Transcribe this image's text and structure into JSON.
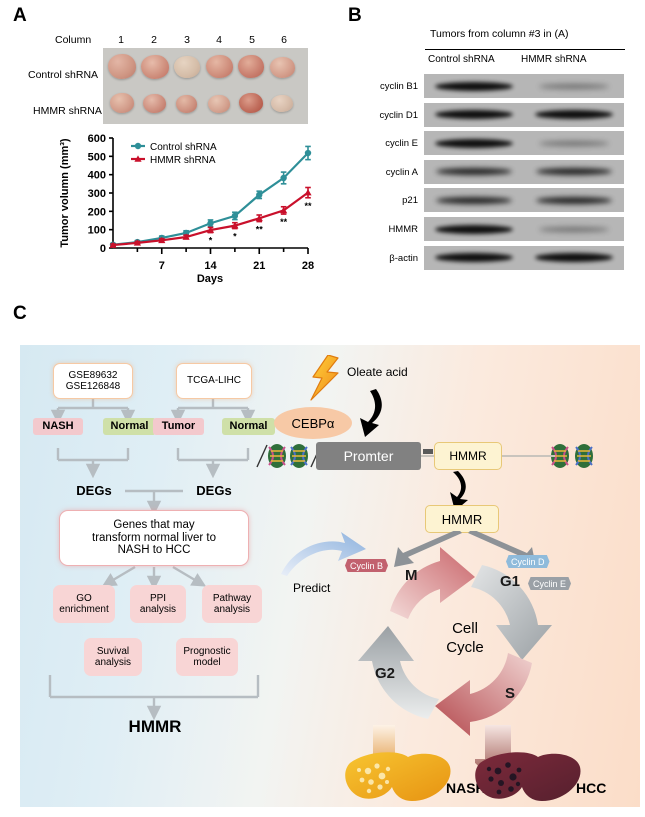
{
  "panels": {
    "a": {
      "letter": "A"
    },
    "b": {
      "letter": "B"
    },
    "c": {
      "letter": "C"
    }
  },
  "panel_a": {
    "column_label": "Column",
    "column_numbers": [
      "1",
      "2",
      "3",
      "4",
      "5",
      "6"
    ],
    "row_labels": [
      "Control shRNA",
      "HMMR shRNA"
    ]
  },
  "chart_data": {
    "type": "line",
    "title": "",
    "xlabel": "Days",
    "ylabel": "Tumor volumn (mm³)",
    "xlim": [
      0,
      28
    ],
    "ylim": [
      0,
      600
    ],
    "ytick_labels": [
      "0",
      "100",
      "200",
      "300",
      "400",
      "500",
      "600"
    ],
    "yticks": [
      0,
      100,
      200,
      300,
      400,
      500,
      600
    ],
    "xtick_labels": [
      "7",
      "14",
      "21",
      "28"
    ],
    "xticks": [
      7,
      14,
      21,
      28
    ],
    "minor_xticks": [
      3.5,
      10.5,
      17.5,
      24.5
    ],
    "grid": false,
    "legend_position": "top-left",
    "x": [
      0,
      3.5,
      7,
      10.5,
      14,
      17.5,
      21,
      24.5,
      28
    ],
    "series": [
      {
        "name": "Control shRNA",
        "color": "#2e8f98",
        "marker": "circle",
        "values": [
          18,
          32,
          55,
          82,
          135,
          175,
          290,
          382,
          518
        ],
        "errors": [
          6,
          8,
          10,
          12,
          18,
          20,
          20,
          32,
          36
        ]
      },
      {
        "name": "HMMR shRNA",
        "color": "#c9102b",
        "marker": "triangle",
        "values": [
          16,
          28,
          42,
          60,
          98,
          122,
          162,
          205,
          302
        ],
        "errors": [
          6,
          8,
          9,
          10,
          14,
          16,
          18,
          20,
          28
        ],
        "significance": [
          "",
          "",
          "",
          "",
          "*",
          "*",
          "**",
          "**",
          "**"
        ]
      }
    ]
  },
  "panel_b": {
    "header": "Tumors from column #3 in (A)",
    "lane_labels": [
      "Control shRNA",
      "HMMR shRNA"
    ],
    "rows": [
      {
        "label": "cyclin B1",
        "control_intensity": "strong",
        "knockdown_intensity": "weak"
      },
      {
        "label": "cyclin D1",
        "control_intensity": "strong",
        "knockdown_intensity": "strong"
      },
      {
        "label": "cyclin E",
        "control_intensity": "strong",
        "knockdown_intensity": "weak"
      },
      {
        "label": "cyclin A",
        "control_intensity": "medium",
        "knockdown_intensity": "medium"
      },
      {
        "label": "p21",
        "control_intensity": "medium",
        "knockdown_intensity": "medium"
      },
      {
        "label": "HMMR",
        "control_intensity": "strong",
        "knockdown_intensity": "weak"
      },
      {
        "label": "β-actin",
        "control_intensity": "strong",
        "knockdown_intensity": "strong"
      }
    ]
  },
  "panel_c": {
    "flowchart": {
      "dataset_nash": "GSE89632\nGSE126848",
      "dataset_nash_line1": "GSE89632",
      "dataset_nash_line2": "GSE126848",
      "dataset_tcga": "TCGA-LIHC",
      "group_nash": "NASH",
      "group_normal_left": "Normal",
      "group_tumor": "Tumor",
      "group_normal_right": "Normal",
      "degs_left": "DEGs",
      "degs_right": "DEGs",
      "genes_box_line1": "Genes that may",
      "genes_box_line2": "transform normal liver to",
      "genes_box_line3": "NASH to HCC",
      "analysis_go_line1": "GO",
      "analysis_go_line2": "enrichment",
      "analysis_ppi_line1": "PPI",
      "analysis_ppi_line2": "analysis",
      "analysis_pathway_line1": "Pathway",
      "analysis_pathway_line2": "analysis",
      "analysis_survival_line1": "Suvival",
      "analysis_survival_line2": "analysis",
      "analysis_prognostic_line1": "Prognostic",
      "analysis_prognostic_line2": "model",
      "result": "HMMR"
    },
    "predict_label": "Predict",
    "mechanism": {
      "oleate": "Oleate acid",
      "cebpa": "CEBPα",
      "promoter": "Promter",
      "hmmr_gene": "HMMR",
      "hmmr_protein": "HMMR"
    },
    "cell_cycle": {
      "center_line1": "Cell",
      "center_line2": "Cycle",
      "phases": [
        "M",
        "G1",
        "S",
        "G2"
      ],
      "phase_m": "M",
      "phase_g1": "G1",
      "phase_s": "S",
      "phase_g2": "G2",
      "tag_cyclin_b": "Cyclin B",
      "tag_cyclin_d": "Cyclin D",
      "tag_cyclin_e": "Cyclin E"
    },
    "outcomes": {
      "nash": "NASH",
      "hcc": "HCC"
    }
  },
  "colors": {
    "control": "#2e8f98",
    "knockdown": "#c9102b",
    "accent_orange": "#f5a623",
    "panel_bg_left": "#d6e9f2",
    "panel_bg_right": "#fbddc8"
  }
}
